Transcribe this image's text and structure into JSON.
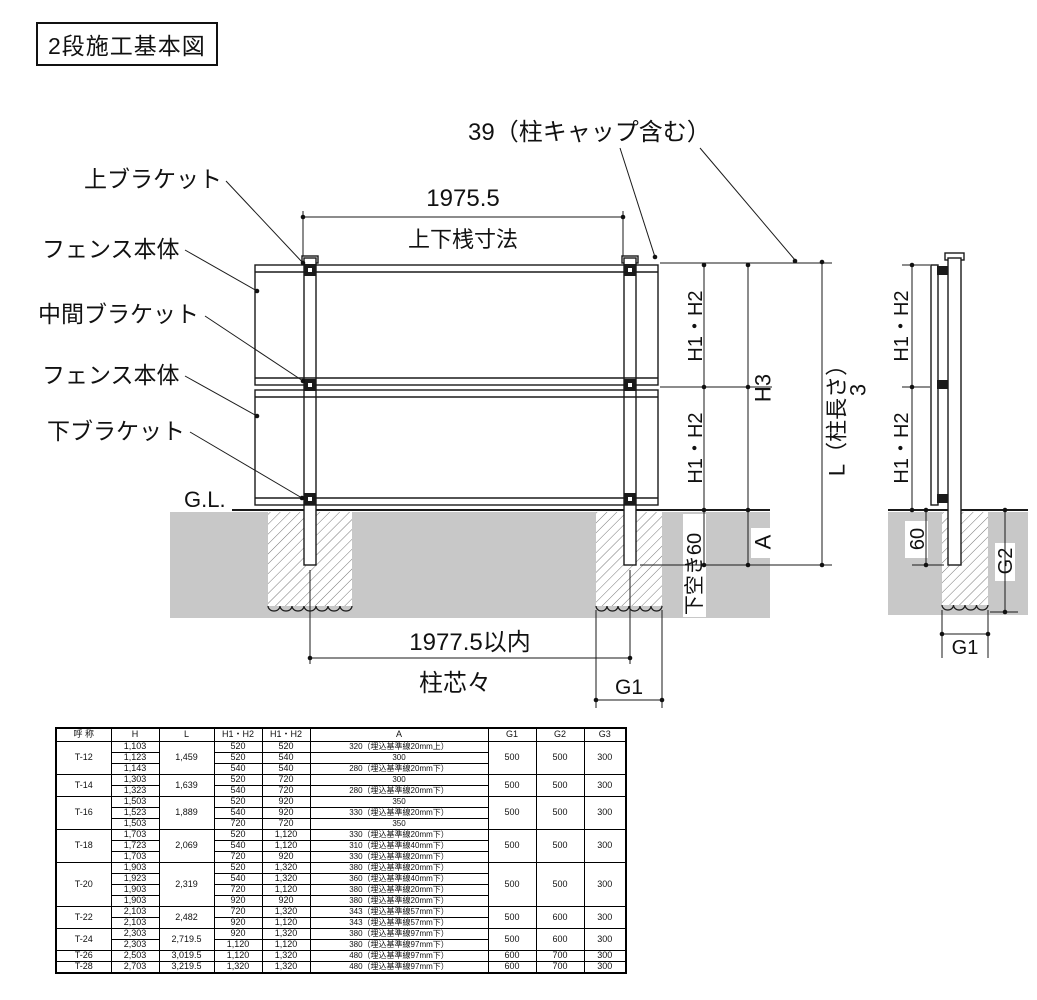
{
  "title": "2段施工基本図",
  "diagram": {
    "callouts": {
      "post_cap": "39（柱キャップ含む）",
      "top_bracket": "上ブラケット",
      "fence_body_upper": "フェンス本体",
      "middle_bracket": "中間ブラケット",
      "fence_body_lower": "フェンス本体",
      "bottom_bracket": "下ブラケット",
      "ground_line": "G.L."
    },
    "dims": {
      "rail_width": "1975.5",
      "rail_width_caption": "上下桟寸法",
      "h1h2_upper": "H1・H2",
      "h1h2_lower": "H1・H2",
      "h3": "H3",
      "h3_extra": "3",
      "post_length": "L（柱長さ）",
      "bottom_gap": "下空き60",
      "embed_a": "A",
      "post_span": "1977.5以内",
      "post_span_caption": "柱芯々",
      "footing_g1": "G1",
      "side_h1h2_upper": "H1・H2",
      "side_h1h2_lower": "H1・H2",
      "side_gap60": "60",
      "side_g2": "G2",
      "side_g1": "G1"
    }
  },
  "table": {
    "headers": [
      "呼 称",
      "H",
      "L",
      "H1・H2",
      "H1・H2",
      "A",
      "G1",
      "G2",
      "G3"
    ],
    "groups": [
      {
        "name": "T-12",
        "l": "1,459",
        "g1": "500",
        "g2": "500",
        "g3": "300",
        "rows": [
          {
            "h": "1,103",
            "h1": "520",
            "h2": "520",
            "a": "320（埋込基準線20mm上）"
          },
          {
            "h": "1,123",
            "h1": "520",
            "h2": "540",
            "a": "300"
          },
          {
            "h": "1,143",
            "h1": "540",
            "h2": "540",
            "a": "280（埋込基準線20mm下）"
          }
        ]
      },
      {
        "name": "T-14",
        "l": "1,639",
        "g1": "500",
        "g2": "500",
        "g3": "300",
        "rows": [
          {
            "h": "1,303",
            "h1": "520",
            "h2": "720",
            "a": "300"
          },
          {
            "h": "1,323",
            "h1": "540",
            "h2": "720",
            "a": "280（埋込基準線20mm下）"
          }
        ]
      },
      {
        "name": "T-16",
        "l": "1,889",
        "g1": "500",
        "g2": "500",
        "g3": "300",
        "rows": [
          {
            "h": "1,503",
            "h1": "520",
            "h2": "920",
            "a": "350"
          },
          {
            "h": "1,523",
            "h1": "540",
            "h2": "920",
            "a": "330（埋込基準線20mm下）"
          },
          {
            "h": "1,503",
            "h1": "720",
            "h2": "720",
            "a": "350"
          }
        ]
      },
      {
        "name": "T-18",
        "l": "2,069",
        "g1": "500",
        "g2": "500",
        "g3": "300",
        "rows": [
          {
            "h": "1,703",
            "h1": "520",
            "h2": "1,120",
            "a": "330（埋込基準線20mm下）"
          },
          {
            "h": "1,723",
            "h1": "540",
            "h2": "1,120",
            "a": "310（埋込基準線40mm下）"
          },
          {
            "h": "1,703",
            "h1": "720",
            "h2": "920",
            "a": "330（埋込基準線20mm下）"
          }
        ]
      },
      {
        "name": "T-20",
        "l": "2,319",
        "g1": "500",
        "g2": "500",
        "g3": "300",
        "rows": [
          {
            "h": "1,903",
            "h1": "520",
            "h2": "1,320",
            "a": "380（埋込基準線20mm下）"
          },
          {
            "h": "1,923",
            "h1": "540",
            "h2": "1,320",
            "a": "360（埋込基準線40mm下）"
          },
          {
            "h": "1,903",
            "h1": "720",
            "h2": "1,120",
            "a": "380（埋込基準線20mm下）"
          },
          {
            "h": "1,903",
            "h1": "920",
            "h2": "920",
            "a": "380（埋込基準線20mm下）"
          }
        ]
      },
      {
        "name": "T-22",
        "l": "2,482",
        "g1": "500",
        "g2": "600",
        "g3": "300",
        "rows": [
          {
            "h": "2,103",
            "h1": "720",
            "h2": "1,320",
            "a": "343（埋込基準線57mm下）"
          },
          {
            "h": "2,103",
            "h1": "920",
            "h2": "1,120",
            "a": "343（埋込基準線57mm下）"
          }
        ]
      },
      {
        "name": "T-24",
        "l": "2,719.5",
        "g1": "500",
        "g2": "600",
        "g3": "300",
        "rows": [
          {
            "h": "2,303",
            "h1": "920",
            "h2": "1,320",
            "a": "380（埋込基準線97mm下）"
          },
          {
            "h": "2,303",
            "h1": "1,120",
            "h2": "1,120",
            "a": "380（埋込基準線97mm下）"
          }
        ]
      },
      {
        "name": "T-26",
        "l": "3,019.5",
        "g1": "600",
        "g2": "700",
        "g3": "300",
        "rows": [
          {
            "h": "2,503",
            "h1": "1,120",
            "h2": "1,320",
            "a": "480（埋込基準線97mm下）"
          }
        ]
      },
      {
        "name": "T-28",
        "l": "3,219.5",
        "g1": "600",
        "g2": "700",
        "g3": "300",
        "rows": [
          {
            "h": "2,703",
            "h1": "1,320",
            "h2": "1,320",
            "a": "480（埋込基準線97mm下）"
          }
        ]
      }
    ]
  },
  "colors": {
    "ground": "#c8c8c8",
    "line": "#1a1a1a"
  }
}
